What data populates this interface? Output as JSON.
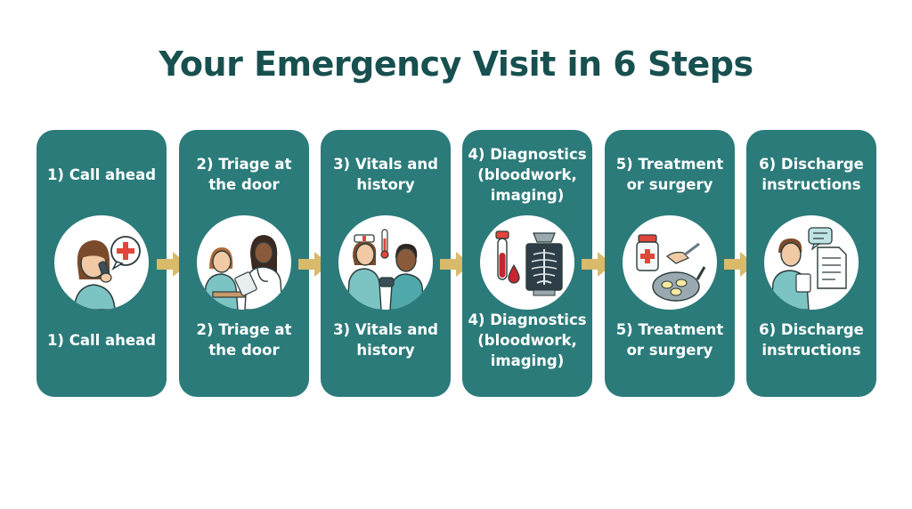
{
  "title": "Your Emergency Visit in 6 Steps",
  "colors": {
    "title": "#17504f",
    "card": "#2b7b7a",
    "arrow": "#d9b96a",
    "circle": "#ffffff"
  },
  "steps": [
    {
      "top_label": "1) Call ahead",
      "bottom_label": "1) Call ahead",
      "icon": "phone-call-icon"
    },
    {
      "top_label": "2) Triage at\nthe door",
      "bottom_label": "2) Triage at\nthe door",
      "icon": "triage-icon"
    },
    {
      "top_label": "3) Vitals and\nhistory",
      "bottom_label": "3) Vitals and\nhistory",
      "icon": "vitals-icon"
    },
    {
      "top_label": "4) Diagnostics\n(bloodwork,\nimaging)",
      "bottom_label": "4) Diagnostics\n(bloodwork,\nimaging)",
      "icon": "diagnostics-icon"
    },
    {
      "top_label": "5) Treatment\nor surgery",
      "bottom_label": "5) Treatment\nor surgery",
      "icon": "treatment-icon"
    },
    {
      "top_label": "6) Discharge\ninstructions",
      "bottom_label": "6) Discharge\ninstructions",
      "icon": "discharge-icon"
    }
  ]
}
